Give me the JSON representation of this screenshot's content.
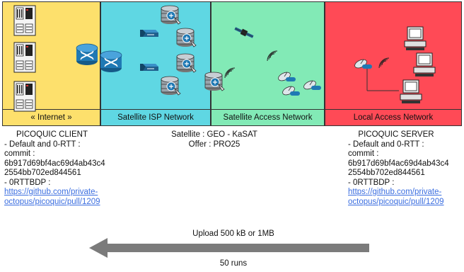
{
  "colors": {
    "internet": "#fde06c",
    "isp": "#5fd7e3",
    "access": "#82eab6",
    "local": "#ff4a56",
    "router": "#1f79b4",
    "arrow": "#7b7b7b",
    "link": "#3b6ee0"
  },
  "panels": [
    {
      "label": "« Internet »"
    },
    {
      "label": "Satellite ISP Network"
    },
    {
      "label": "Satellite Access Network"
    },
    {
      "label": "Local Access Network"
    }
  ],
  "client": {
    "title": "PICOQUIC CLIENT",
    "line1": "-   Default and 0-RTT :",
    "line2": "commit :",
    "line3": "6b917d69bf4ac69d4ab43c4",
    "line4": "2554bb702ed844561",
    "line5": "-   0RTTBDP :",
    "link_line1": "https://github.com/private-",
    "link_line2": "octopus/picoquic/pull/1209"
  },
  "satellite": {
    "line1": "Satellite : GEO - KaSAT",
    "line2": "Offer : PRO25"
  },
  "server": {
    "title": "PICOQUIC SERVER",
    "line1": "-   Default and 0-RTT :",
    "line2": "commit :",
    "line3": "6b917d69bf4ac69d4ab43c4",
    "line4": "2554bb702ed844561",
    "line5": "-   0RTTBDP :",
    "link_line1": "https://github.com/private-",
    "link_line2": "octopus/picoquic/pull/1209"
  },
  "transfer": {
    "upload": "Upload 500 kB or 1MB",
    "runs": "50 runs"
  },
  "icons": {
    "server": "server-rack-icon",
    "router": "router-icon",
    "switch": "switch-icon",
    "database": "database-server-icon",
    "satellite": "satellite-icon",
    "dish": "satellite-dish-icon",
    "computer": "desktop-computer-icon",
    "wireless": "wireless-signal-icon"
  }
}
